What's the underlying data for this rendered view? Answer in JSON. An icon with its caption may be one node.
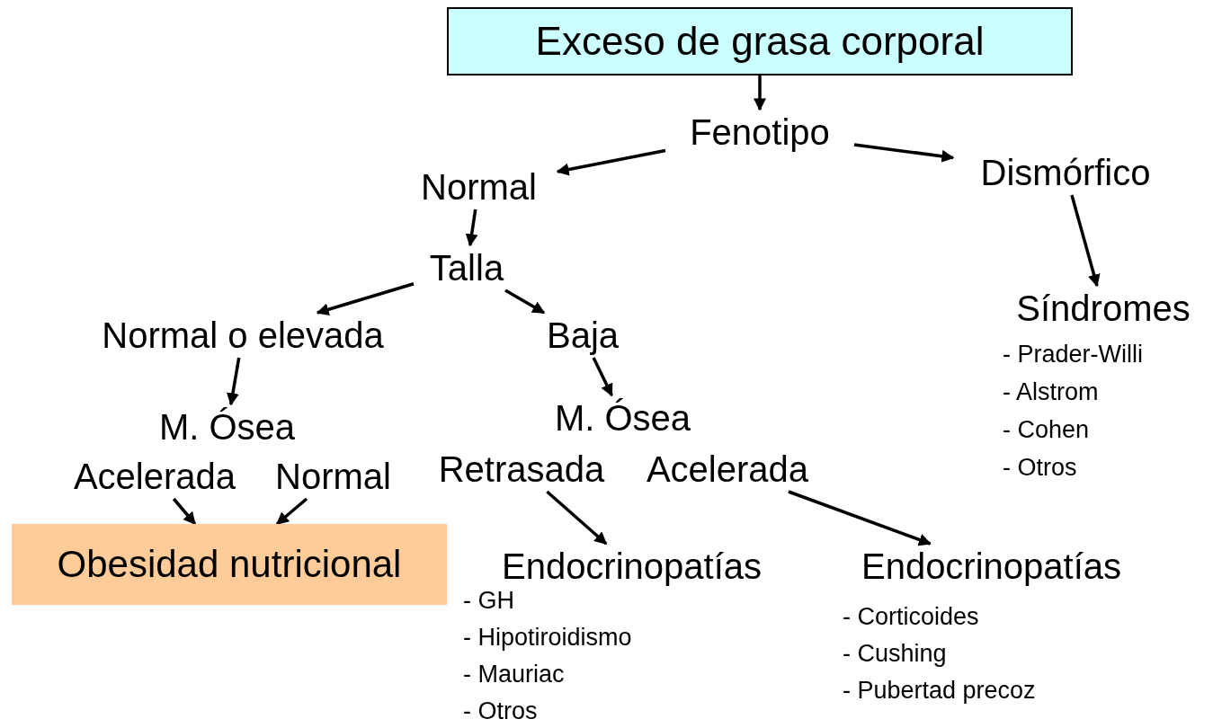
{
  "diagram": {
    "nodes": [
      {
        "text": [
          "Exceso de grasa corporal"
        ]
      },
      {
        "text": [
          "Fenotipo"
        ]
      },
      {
        "text": [
          "Normal"
        ]
      },
      {
        "text": [
          "Dismórfico"
        ]
      },
      {
        "text": [
          "Talla"
        ]
      },
      {
        "text": [
          "Normal o elevada"
        ]
      },
      {
        "text": [
          "Baja"
        ]
      },
      {
        "text": [
          "M. Ósea"
        ]
      },
      {
        "text": [
          "Acelerada"
        ]
      },
      {
        "text": [
          "Normal"
        ]
      },
      {
        "text": [
          "M. Ósea"
        ]
      },
      {
        "text": [
          "Retrasada"
        ]
      },
      {
        "text": [
          "Acelerada"
        ]
      },
      {
        "text": [
          "Obesidad nutricional"
        ]
      },
      {
        "text": [
          "Endocrinopatías"
        ],
        "beside": [
          "- GH",
          "- Hipotiroidismo",
          "- Mauriac",
          "- Otros"
        ]
      },
      {
        "text": [
          "Endocrinopatías"
        ],
        "beside": [
          "- Corticoides",
          "- Cushing",
          "- Pubertad precoz"
        ]
      },
      {
        "text": [
          "Síndromes"
        ],
        "beside": [
          "- Prader-Willi",
          "- Alstrom",
          "- Cohen",
          "- Otros"
        ]
      }
    ],
    "edges": [
      {
        "from": 0,
        "to": 1,
        "arrow": "to"
      },
      {
        "from": 1,
        "to": 2,
        "arrow": "to"
      },
      {
        "from": 1,
        "to": 3,
        "arrow": "to"
      },
      {
        "from": 2,
        "to": 4,
        "arrow": "to"
      },
      {
        "from": 4,
        "to": 5,
        "arrow": "to"
      },
      {
        "from": 4,
        "to": 6,
        "arrow": "to"
      },
      {
        "from": 5,
        "to": 7,
        "arrow": "to"
      },
      {
        "from": 6,
        "to": 10,
        "arrow": "to"
      },
      {
        "from": 8,
        "to": 13,
        "arrow": "to"
      },
      {
        "from": 9,
        "to": 13,
        "arrow": "to"
      },
      {
        "from": 11,
        "to": 14,
        "arrow": "to"
      },
      {
        "from": 12,
        "to": 15,
        "arrow": "to"
      },
      {
        "from": 3,
        "to": 16,
        "arrow": "to"
      }
    ]
  }
}
